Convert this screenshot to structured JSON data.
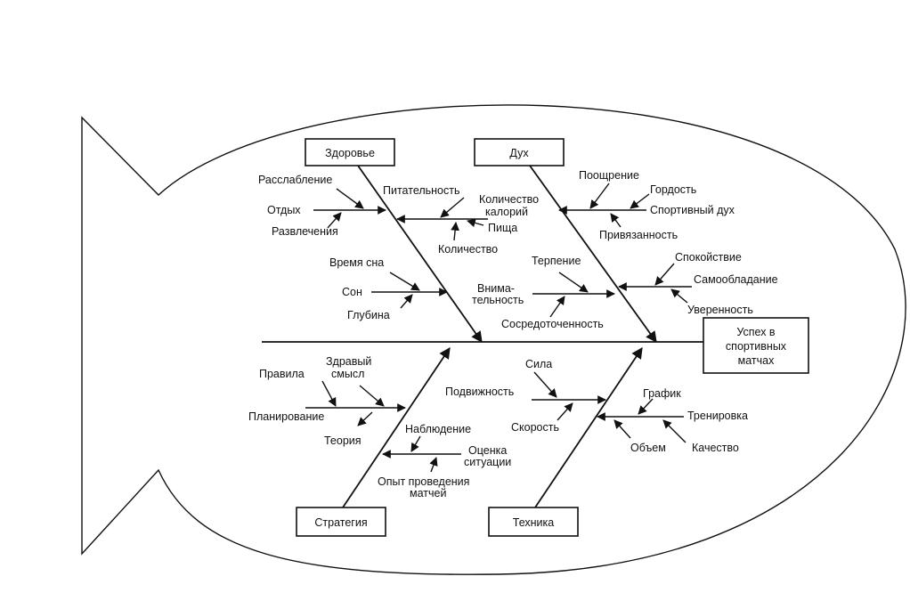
{
  "effect": [
    "Успех в",
    "спортивных",
    "матчах"
  ],
  "categories": {
    "health": "Здоровье",
    "spirit": "Дух",
    "strategy": "Стратегия",
    "technique": "Техника"
  },
  "labels": {
    "relaxation": "Расслабление",
    "rest": "Отдых",
    "entertainment": "Развлечения",
    "nutrition": "Питательность",
    "calories": [
      "Количество",
      "калорий"
    ],
    "food": "Пища",
    "quantity": "Количество",
    "sleep_time": "Время сна",
    "sleep": "Сон",
    "depth": "Глубина",
    "encouragement": "Поощрение",
    "pride": "Гордость",
    "sport_spirit": "Спортивный дух",
    "attachment": "Привязанность",
    "calmness": "Спокойствие",
    "self_control": "Самообладание",
    "confidence": "Уверенность",
    "patience": "Терпение",
    "attention": [
      "Внима-",
      "тельность"
    ],
    "concentration": "Сосредоточенность",
    "rules": "Правила",
    "common_sense": [
      "Здравый",
      "смысл"
    ],
    "planning": "Планирование",
    "theory": "Теория",
    "observation": "Наблюдение",
    "situation_assessment": [
      "Оценка",
      "ситуации"
    ],
    "match_experience": [
      "Опыт проведения",
      "матчей"
    ],
    "strength": "Сила",
    "mobility": "Подвижность",
    "speed": "Скорость",
    "schedule": "График",
    "training": "Тренировка",
    "volume": "Объем",
    "quality": "Качество"
  }
}
